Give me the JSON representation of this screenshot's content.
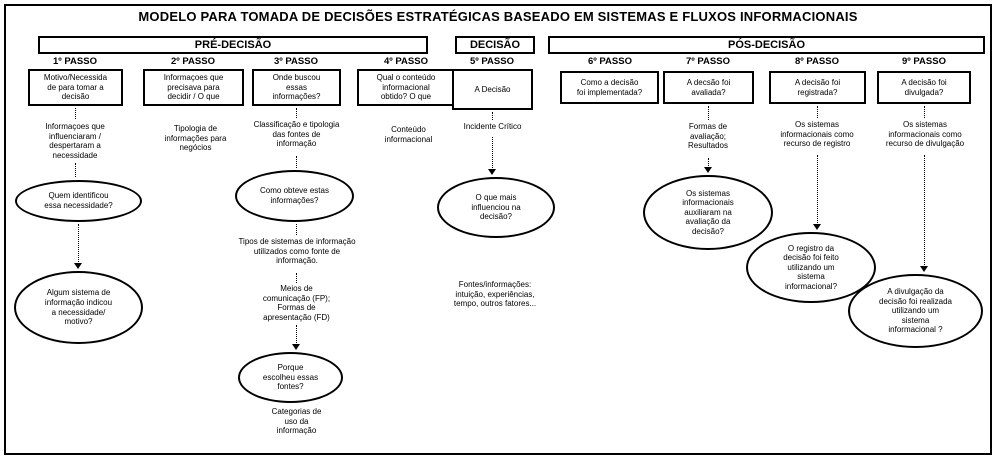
{
  "title": "MODELO PARA TOMADA DE DECISÕES ESTRATÉGICAS BASEADO EM SISTEMAS E FLUXOS INFORMACIONAIS",
  "phases": {
    "pre": "PRÉ-DECISÃO",
    "decision": "DECISÃO",
    "pos": "PÓS-DECISÃO"
  },
  "steps": [
    {
      "label": "1º PASSO",
      "box": "Motivo/Necessida\nde para tomar a\ndecisão"
    },
    {
      "label": "2º PASSO",
      "box": "Informaçoes que\nprecisava para\ndecidir / O que"
    },
    {
      "label": "3º PASSO",
      "box": "Onde buscou\nessas\ninformações?"
    },
    {
      "label": "4º PASSO",
      "box": "Qual o conteúdo\ninformacional\nobtido? O que"
    },
    {
      "label": "5º PASSO",
      "box": "A Decisão"
    },
    {
      "label": "6º PASSO",
      "box": "Como a decisão\nfoi implementada?"
    },
    {
      "label": "7º PASSO",
      "box": "A decsão foi\navaliada?"
    },
    {
      "label": "8º PASSO",
      "box": "A decisão foi\nregistrada?"
    },
    {
      "label": "9º PASSO",
      "box": "A decisão foi\ndivulgada?"
    }
  ],
  "notes": {
    "step1_info": "Informaçoes que\ninfluenciaram /\ndespertaram a\nnecessidade",
    "step2_tipologia": "Tipologia de\ninformações para\nnegócios",
    "step3_classificacao": "Classificação e tipologia\ndas fontes de\ninformação",
    "step3_tipos": "Tipos de sistemas de informação\nutilizados como fonte de\ninformação.",
    "step3_meios": "Meios de\ncomunicação (FP);\nFormas de\napresentação (FD)",
    "step3_categorias": "Categorias de\nuso da\ninformação",
    "step4_conteudo": "Conteúdo\ninformacional",
    "step5_incidente": "Incidente Crítico",
    "step5_fontes": "Fontes/informações:\nintuição, experiências,\ntempo, outros fatores...",
    "step7_formas": "Formas de\navaliação;\nResultados",
    "step8_registro": "Os sistemas\ninformacionais como\nrecurso de registro",
    "step9_divulgacao": "Os sistemas\ninformacionais como\nrecurso de divulgação"
  },
  "ellipses": {
    "step1_quem": "Quem identificou\nessa necessidade?",
    "step1_algum": "Algum sistema de\ninformação indicou\na necessidade/\nmotivo?",
    "step3_como": "Como obteve estas\ninformações?",
    "step3_porque": "Porque\nescolheu essas\nfontes?",
    "step5_oque": "O que mais\ninfluenciou na\ndecisão?",
    "step7_sistemas": "Os sistemas\ninformacionais\nauxiliaram na\navaliação da\ndecisão?",
    "step8_registro": "O registro da\ndecisão foi feito\nutilizando um\nsistema\ninformacional?",
    "step9_divulgacao": "A divulgação da\ndecisão foi realizada\nutilizando um\nsistema\ninformacional ?"
  }
}
